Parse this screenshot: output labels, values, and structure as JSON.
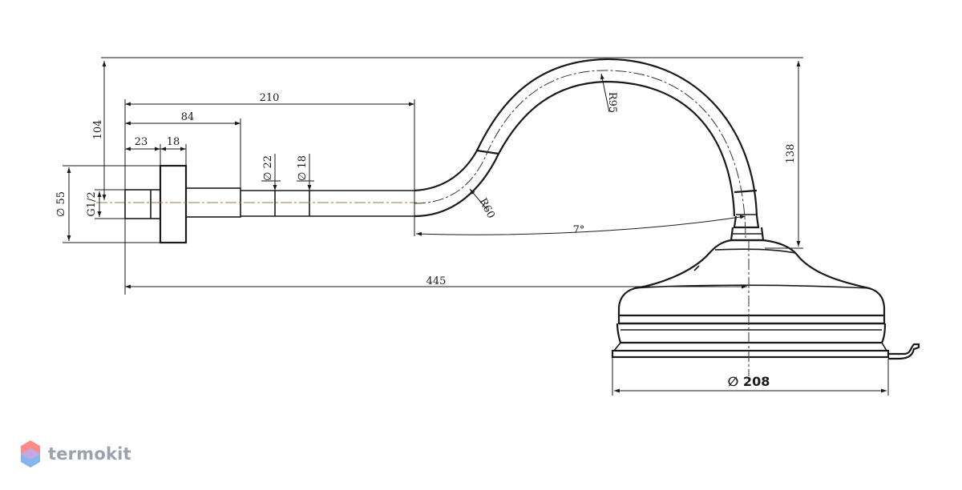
{
  "dimensions": {
    "overall_height": "104",
    "total_length": "445",
    "arm_length": "210",
    "flange_offset": "84",
    "thread_length": "23",
    "flange_width": "18",
    "flange_diameter": "∅ 55",
    "thread_size": "G1/2",
    "pipe_diameter_outer": "∅ 22",
    "pipe_diameter_inner": "∅ 18",
    "bend_radius_small": "R60",
    "bend_radius_large": "R95",
    "right_height": "138",
    "angle": "7°",
    "head_diameter": "∅ 208"
  },
  "brand": {
    "name": "termokit",
    "colors": {
      "top": "#ff8a8a",
      "bottom": "#7fb2ee",
      "text": "#9ba2ad"
    }
  }
}
